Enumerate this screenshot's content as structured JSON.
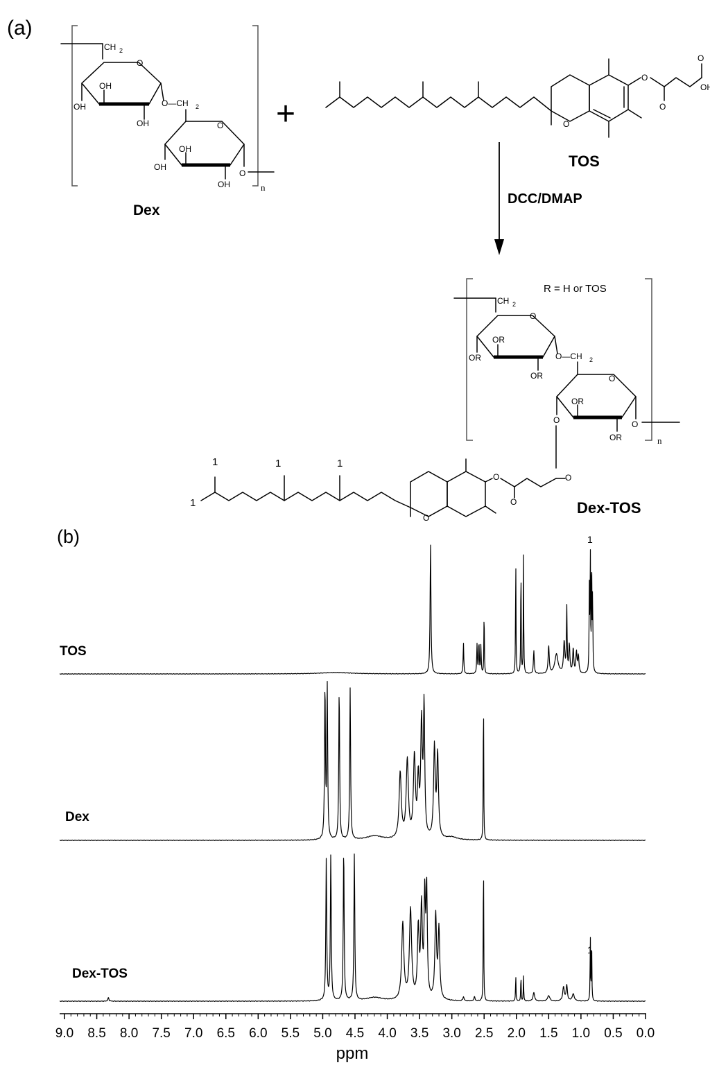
{
  "panel_a": {
    "label": "(a)",
    "dex_label": "Dex",
    "tos_label": "TOS",
    "product_label": "Dex-TOS",
    "reagent": "DCC/DMAP",
    "plus": "+",
    "r_group_note": "R = H or TOS",
    "repeat_n": "n",
    "atoms": {
      "oh": "OH",
      "or": "OR",
      "o": "O",
      "ch2": "CH",
      "ch2_sub": "2",
      "o_ch2": "O—CH",
      "peak_marker": "1"
    }
  },
  "panel_b": {
    "label": "(b)",
    "spectra": [
      {
        "name": "TOS"
      },
      {
        "name": "Dex"
      },
      {
        "name": "Dex-TOS"
      }
    ],
    "peak_marker": "1",
    "axis": {
      "label": "ppm",
      "ticks": [
        "9.0",
        "8.5",
        "8.0",
        "7.5",
        "7.0",
        "6.5",
        "6.0",
        "5.5",
        "5.0",
        "4.5",
        "4.0",
        "3.5",
        "3.0",
        "2.5",
        "2.0",
        "1.5",
        "1.0",
        "0.5",
        "0.0"
      ]
    }
  },
  "chart_data": {
    "type": "line",
    "xlabel": "ppm",
    "xlim": [
      9.0,
      0.0
    ],
    "series": [
      {
        "name": "TOS",
        "peaks_ppm": [
          3.33,
          2.82,
          2.6,
          2.57,
          2.54,
          2.5,
          2.01,
          1.93,
          1.89,
          1.73,
          1.5,
          1.38,
          1.25,
          1.22,
          1.15,
          1.1,
          1.05,
          0.85,
          0.83
        ]
      },
      {
        "name": "Dex",
        "peaks_ppm": [
          4.95,
          4.91,
          4.73,
          4.57,
          3.8,
          3.68,
          3.58,
          3.5,
          3.44,
          3.42,
          3.25,
          3.22,
          2.5
        ]
      },
      {
        "name": "Dex-TOS",
        "peaks_ppm": [
          8.32,
          4.93,
          4.87,
          4.67,
          4.51,
          3.75,
          3.63,
          3.5,
          3.45,
          3.4,
          3.37,
          3.23,
          3.2,
          2.5,
          2.01,
          1.93,
          1.89,
          1.73,
          1.5,
          1.25,
          1.22,
          1.1,
          0.85,
          0.83
        ]
      }
    ]
  }
}
